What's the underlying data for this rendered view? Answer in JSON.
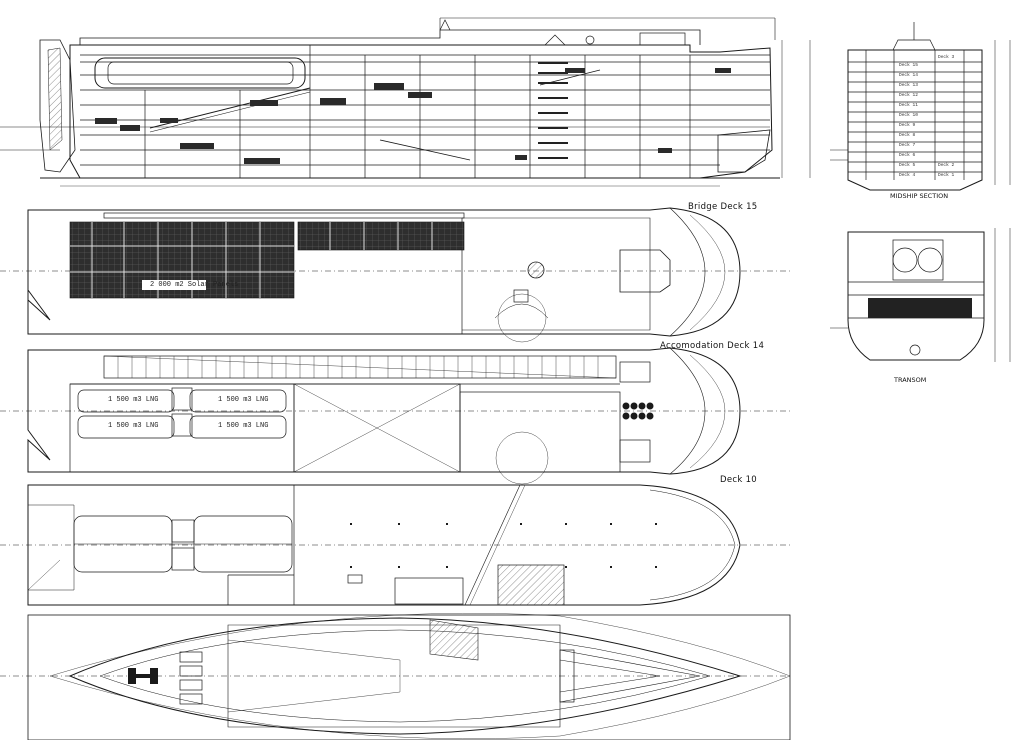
{
  "views": {
    "bridge_deck": "Bridge Deck 15",
    "accommodation_deck": "Accomodation Deck 14",
    "deck10": "Deck 10",
    "midship": "MIDSHIP SECTION",
    "transom": "TRANSOM"
  },
  "labels": {
    "solar_panels": "2 000 m2 Solar Panels",
    "lng_tank_1": "1 500 m3 LNG",
    "lng_tank_2": "1 500 m3 LNG",
    "lng_tank_3": "1 500 m3 LNG",
    "lng_tank_4": "1 500 m3 LNG"
  },
  "midship_decks": [
    "Deck 15",
    "Deck 14",
    "Deck 13",
    "Deck 12",
    "Deck 11",
    "Deck 10",
    "Deck 9",
    "Deck 8",
    "Deck 7",
    "Deck 6",
    "Deck 5",
    "Deck 4",
    "Deck 3",
    "Deck 2",
    "Deck 1"
  ],
  "colors": {
    "line": "#1a1a1a",
    "panel": "#3a3a3a",
    "hatch": "#555555",
    "paper": "#ffffff"
  }
}
